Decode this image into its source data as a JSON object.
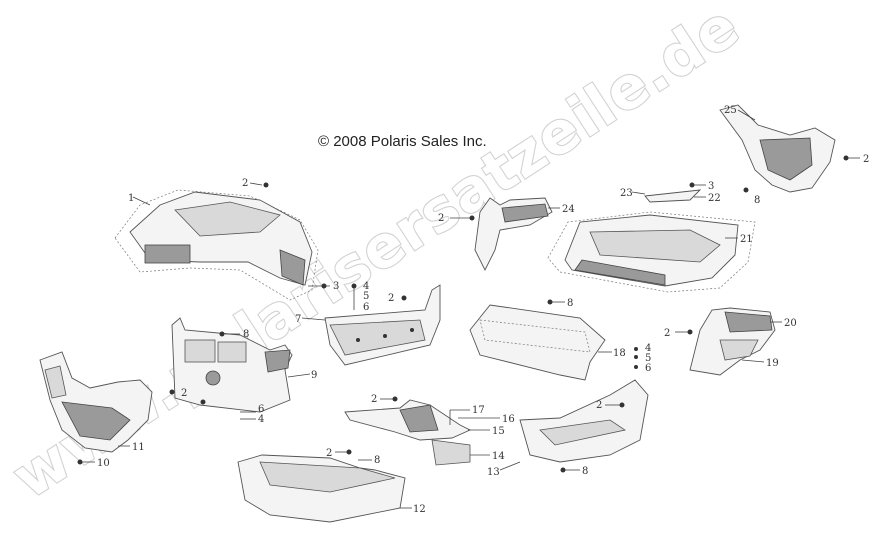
{
  "copyright": "© 2008 Polaris Sales Inc.",
  "watermark": "www.polarisersatzeile.de",
  "callouts": {
    "c1": "1",
    "c2a": "2",
    "c3a": "3",
    "c4a": "4",
    "c5a": "5",
    "c6a": "6",
    "c2b": "2",
    "c7": "7",
    "c8a": "8",
    "c9": "9",
    "c2c": "2",
    "c6b": "6",
    "c4b": "4",
    "c11": "11",
    "c10": "10",
    "c12": "12",
    "c2d": "2",
    "c8b": "8",
    "c2e": "2",
    "c17": "17",
    "c16": "16",
    "c15": "15",
    "c14": "14",
    "c2f": "2",
    "c13": "13",
    "c8c": "8",
    "c8d": "8",
    "c18": "18",
    "c4c": "4",
    "c5b": "5",
    "c6c": "6",
    "c2g": "2",
    "c24": "24",
    "c23": "23",
    "c3b": "3",
    "c22": "22",
    "c21": "21",
    "c25": "25",
    "c2h": "2",
    "c8e": "8",
    "c2i": "2",
    "c20": "20",
    "c19": "19"
  }
}
